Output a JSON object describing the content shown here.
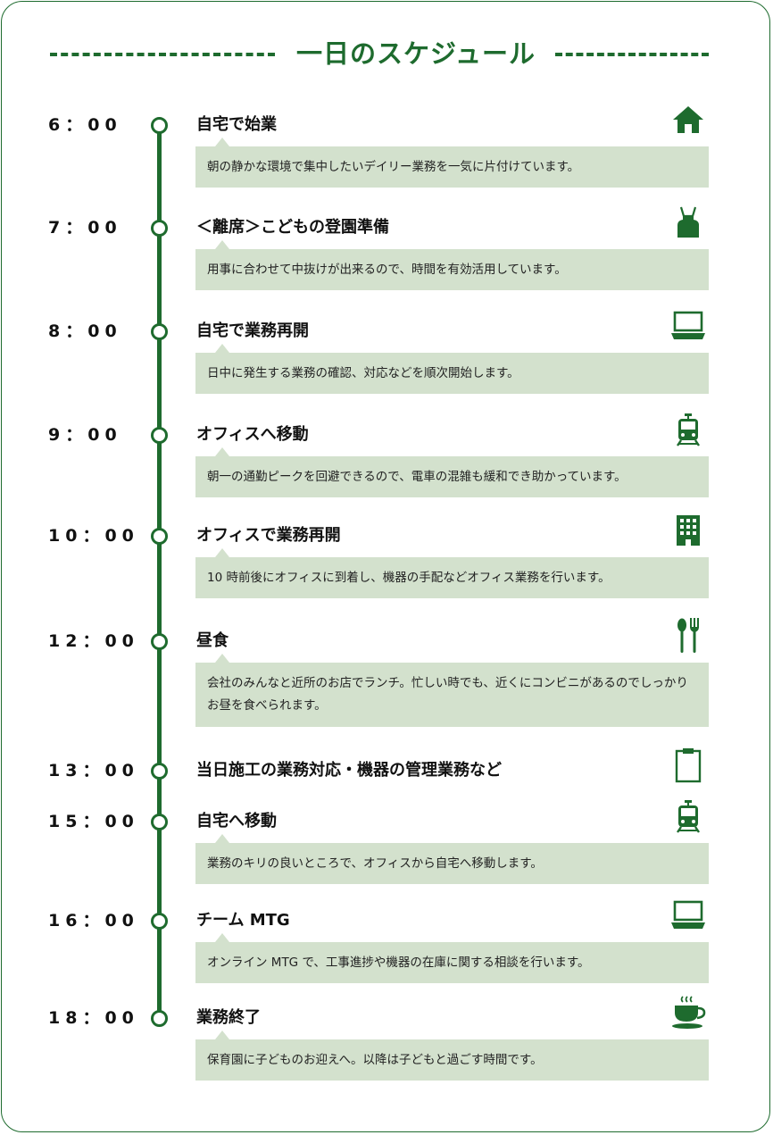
{
  "title": "一日のスケジュール",
  "accent_color": "#1e6b2e",
  "box_color": "#d3e1cd",
  "schedule": [
    {
      "time": "6：00",
      "heading": "自宅で始業",
      "icon": "house-icon",
      "desc": "朝の静かな環境で集中したいデイリー業務を一気に片付けています。"
    },
    {
      "time": "7：00",
      "heading": "＜離席＞こどもの登園準備",
      "icon": "apron-icon",
      "desc": "用事に合わせて中抜けが出来るので、時間を有効活用しています。"
    },
    {
      "time": "8：00",
      "heading": "自宅で業務再開",
      "icon": "laptop-icon",
      "desc": "日中に発生する業務の確認、対応などを順次開始します。"
    },
    {
      "time": "9：00",
      "heading": "オフィスへ移動",
      "icon": "train-icon",
      "desc": "朝一の通勤ピークを回避できるので、電車の混雑も緩和でき助かっています。"
    },
    {
      "time": "10：00",
      "heading": "オフィスで業務再開",
      "icon": "building-icon",
      "desc": "10 時前後にオフィスに到着し、機器の手配などオフィス業務を行います。"
    },
    {
      "time": "12：00",
      "heading": "昼食",
      "icon": "spoon-fork-icon",
      "desc": "会社のみんなと近所のお店でランチ。忙しい時でも、近くにコンビニがあるのでしっかりお昼を食べられます。"
    },
    {
      "time": "13：00",
      "heading": "当日施工の業務対応・機器の管理業務など",
      "icon": "clipboard-icon",
      "desc": ""
    },
    {
      "time": "15：00",
      "heading": "自宅へ移動",
      "icon": "train-icon",
      "desc": "業務のキリの良いところで、オフィスから自宅へ移動します。"
    },
    {
      "time": "16：00",
      "heading": "チーム MTG",
      "icon": "laptop-icon",
      "desc": "オンライン MTG で、工事進捗や機器の在庫に関する相談を行います。"
    },
    {
      "time": "18：00",
      "heading": "業務終了",
      "icon": "coffee-cup-icon",
      "desc": "保育園に子どものお迎えへ。以降は子どもと過ごす時間です。"
    }
  ]
}
